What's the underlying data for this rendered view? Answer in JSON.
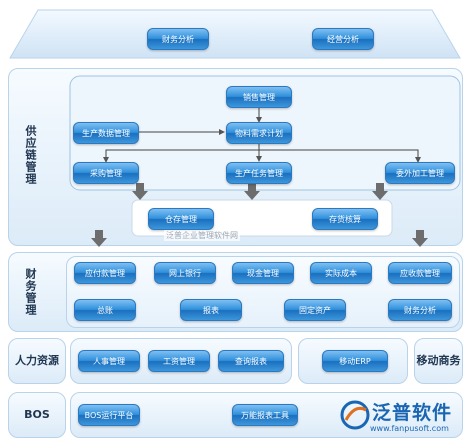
{
  "top": {
    "finance_analysis": "财务分析",
    "operations_analysis": "经营分析"
  },
  "supply_chain": {
    "label": "供应链管理",
    "sales": "销售管理",
    "production_data": "生产数据管理",
    "mrp": "物料需求计划",
    "purchasing": "采购管理",
    "production_tasks": "生产任务管理",
    "outsourcing": "委外加工管理",
    "warehouse": "仓存管理",
    "inventory_accounting": "存货核算"
  },
  "finance": {
    "label": "财务管理",
    "payables": "应付款管理",
    "online_banking": "网上银行",
    "cash": "现金管理",
    "actual_cost": "实际成本",
    "receivables": "应收款管理",
    "general_ledger": "总账",
    "reports": "报表",
    "fixed_assets": "固定资产",
    "financial_analysis": "财务分析"
  },
  "hr": {
    "label": "人力资源",
    "personnel": "人事管理",
    "payroll": "工资管理",
    "query_reports": "查询报表",
    "mobile_erp": "移动ERP",
    "mobile_business_label": "移动商务"
  },
  "bos": {
    "label": "BOS",
    "bos_platform": "BOS运行平台",
    "report_tool": "万能报表工具"
  },
  "watermark": {
    "logo": "泛普软件",
    "url": "www.fanpusoft.com",
    "overlay": "泛普企业管理软件网"
  },
  "colors": {
    "button": "#2f8fdb",
    "panel": "#dcebf8",
    "arrow": "#555555"
  }
}
